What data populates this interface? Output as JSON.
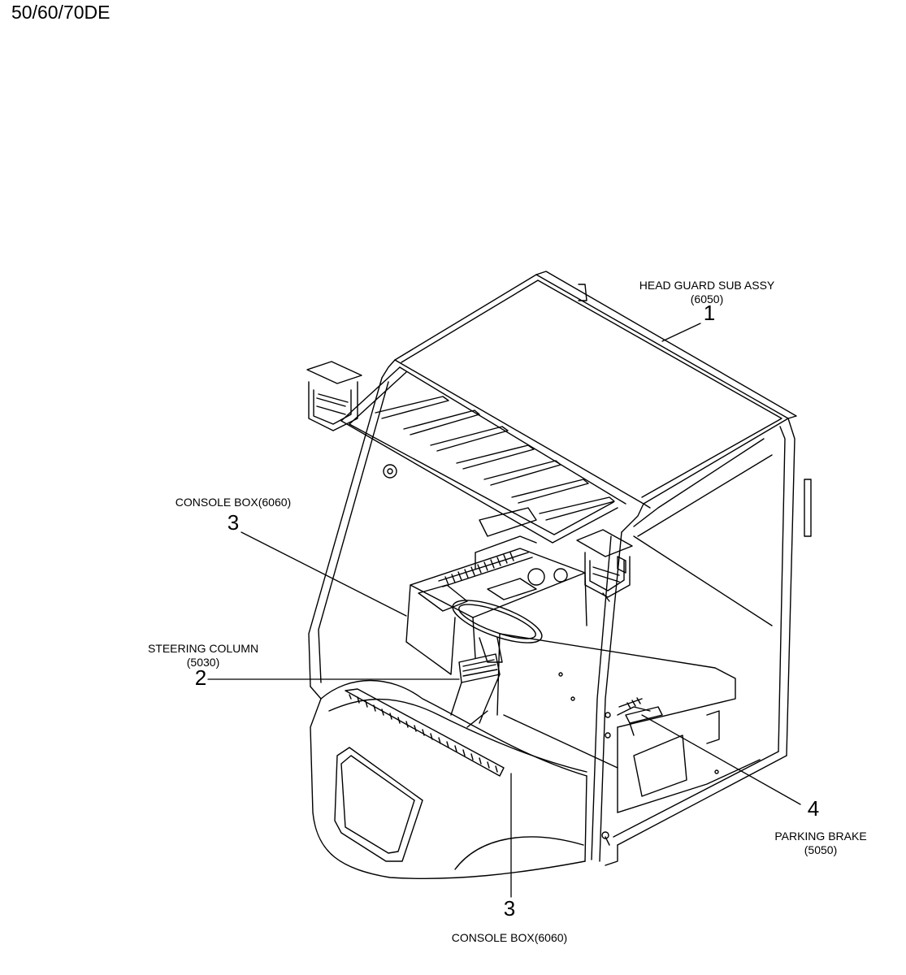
{
  "title": "50/60/70DE",
  "callouts": [
    {
      "number": "1",
      "name": "HEAD GUARD SUB ASSY",
      "code": "(6050)"
    },
    {
      "number": "2",
      "name": "STEERING COLUMN",
      "code": "(5030)"
    },
    {
      "number": "3",
      "name": "CONSOLE BOX(6060)",
      "code": ""
    },
    {
      "number": "3",
      "name": "CONSOLE BOX(6060)",
      "code": ""
    },
    {
      "number": "4",
      "name": "PARKING BRAKE",
      "code": "(5050)"
    }
  ]
}
